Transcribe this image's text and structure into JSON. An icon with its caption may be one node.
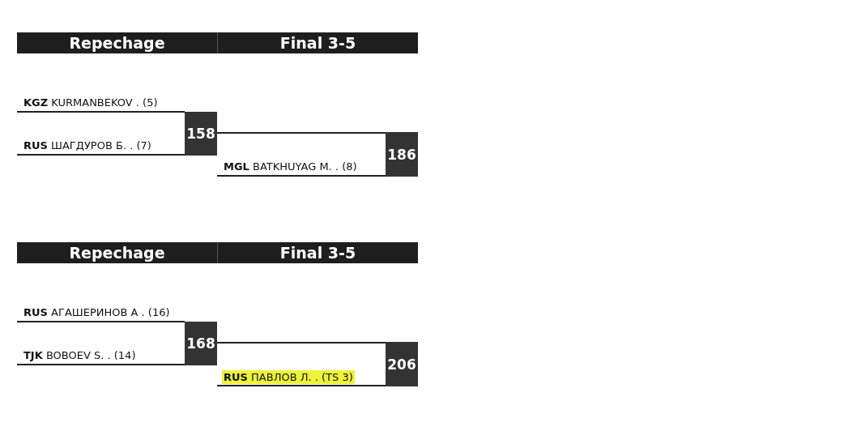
{
  "diagram": {
    "nodes": [
      {
        "text": [
          "**KGZ** KURMANBEKOV . (5)"
        ]
      },
      {
        "text": [
          "**RUS** ШАГДУРОВ Б. . (7)"
        ]
      },
      {
        "text": [
          "158"
        ]
      },
      {
        "text": [
          "**MGL** BATKHUYAG M. . (8)"
        ]
      },
      {
        "text": [
          "186"
        ]
      },
      {
        "text": [
          "**RUS** АГАШЕРИНОВ А . (16)"
        ]
      },
      {
        "text": [
          "**TJK** BOBOEV S. . (14)"
        ]
      },
      {
        "text": [
          "168"
        ]
      },
      {
        "text": [
          "**RUS** ПАВЛОВ Л. . (TS 3)"
        ]
      },
      {
        "text": [
          "206"
        ]
      }
    ],
    "edges": [
      {
        "from": 0,
        "to": 2,
        "arrow": "none"
      },
      {
        "from": 1,
        "to": 2,
        "arrow": "none"
      },
      {
        "from": 2,
        "to": 4,
        "arrow": "none"
      },
      {
        "from": 3,
        "to": 4,
        "arrow": "none"
      },
      {
        "from": 5,
        "to": 7,
        "arrow": "none"
      },
      {
        "from": 6,
        "to": 7,
        "arrow": "none"
      },
      {
        "from": 7,
        "to": 9,
        "arrow": "none"
      },
      {
        "from": 8,
        "to": 9,
        "arrow": "none"
      }
    ],
    "labels": [
      "Repechage",
      "Final 3-5",
      "Repechage",
      "Final 3-5"
    ]
  }
}
